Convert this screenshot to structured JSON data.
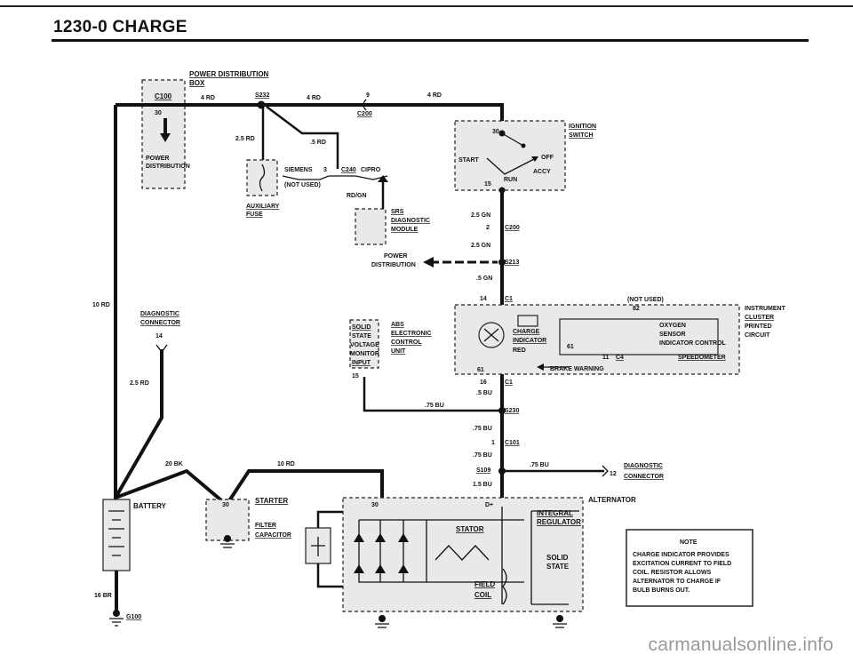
{
  "header": {
    "title": "1230-0   CHARGE"
  },
  "watermark": "carmanualsonline.info",
  "labels": {
    "power_distribution_box": "POWER DISTRIBUTION",
    "box": "BOX",
    "c100": "C100",
    "pin30": "30",
    "power_distribution_fuse": "POWER",
    "distribution_fuse2": "DISTRIBUTION",
    "w_4rd_a": "4 RD",
    "s232": "S232",
    "w_4rd_b": "4 RD",
    "pin9": "9",
    "w_4rd_c": "4 RD",
    "c200_top": "C200",
    "w_25rd": "2.5 RD",
    "w_5rd": ".5 RD",
    "siemens": "SIEMENS",
    "pin3": "3",
    "c240": "C240",
    "cipro": "CIPRO",
    "not_used": "(NOT USED)",
    "rd_gn": "RD/GN",
    "aux_fuse_1": "AUXILIARY",
    "aux_fuse_2": "FUSE",
    "srs_1": "SRS",
    "srs_2": "DIAGNOSTIC",
    "srs_3": "MODULE",
    "ignition_1": "IGNITION",
    "ignition_2": "SWITCH",
    "pin30_ign": "30",
    "start": "START",
    "off": "OFF",
    "accy": "ACCY",
    "run": "RUN",
    "pin15": "15",
    "w_25gn_a": "2.5 GN",
    "pin2": "2",
    "c200_mid": "C200",
    "w_25gn_b": "2.5 GN",
    "pd_1": "POWER",
    "pd_2": "DISTRIBUTION",
    "s213": "S213",
    "w_5gn": ".5 GN",
    "w_10rd": "10 RD",
    "diag_conn_1": "DIAGNOSTIC",
    "diag_conn_2": "CONNECTOR",
    "pin14_diag": "14",
    "w_25rd_b": "2.5 RD",
    "solid_state_1": "SOLID",
    "solid_state_2": "STATE",
    "solid_state_3": "VOLTAGE",
    "solid_state_4": "MONITOR",
    "solid_state_5": "INPUT",
    "pin15_abs": "15",
    "abs_1": "ABS",
    "abs_2": "ELECTRONIC",
    "abs_3": "CONTROL",
    "abs_4": "UNIT",
    "pin14_c1": "14",
    "c1": "C1",
    "not_used_2": "(NOT USED)",
    "pin82": "82",
    "charge_1": "CHARGE",
    "charge_2": "INDICATOR",
    "red": "RED",
    "oxygen_1": "OXYGEN",
    "oxygen_2": "SENSOR",
    "oxygen_3": "INDICATOR CONTROL",
    "pin61_a": "61",
    "pin11": "11",
    "c4": "C4",
    "speedometer": "SPEEDOMETER",
    "brake_warning": "BRAKE WARNING",
    "pin61_b": "61",
    "pin16": "16",
    "c1_b": "C1",
    "instrument_1": "INSTRUMENT",
    "instrument_2": "CLUSTER",
    "instrument_3": "PRINTED",
    "instrument_4": "CIRCUIT",
    "w_5bu": ".5 BU",
    "w_75bu_a": ".75 BU",
    "s230": "S230",
    "w_75bu_b": ".75 BU",
    "pin1": "1",
    "c101": "C101",
    "w_75bu_c": ".75 BU",
    "s109": "S109",
    "w_15bu": "1.5 BU",
    "w_75bu_d": ".75 BU",
    "pin12": "12",
    "diag_conn_b1": "DIAGNOSTIC",
    "diag_conn_b2": "CONNECTOR",
    "w_20bk": "20 BK",
    "w_10rd_b": "10 RD",
    "battery": "BATTERY",
    "starter": "STARTER",
    "pin30_start": "30",
    "filter_1": "FILTER",
    "filter_2": "CAPACITOR",
    "pin30_alt": "30",
    "d_plus": "D+",
    "stator": "STATOR",
    "integral_1": "INTEGRAL",
    "integral_2": "REGULATOR",
    "solid_1": "SOLID",
    "solid_2": "STATE",
    "field_1": "FIELD",
    "field_2": "COIL",
    "alternator": "ALTERNATOR",
    "w_16br": "16 BR",
    "g100": "G100"
  },
  "note": {
    "title": "NOTE",
    "lines": [
      "CHARGE INDICATOR PROVIDES",
      "EXCITATION CURRENT TO FIELD",
      "COIL. RESISTOR ALLOWS",
      "ALTERNATOR TO CHARGE IF",
      "BULB BURNS OUT."
    ]
  }
}
